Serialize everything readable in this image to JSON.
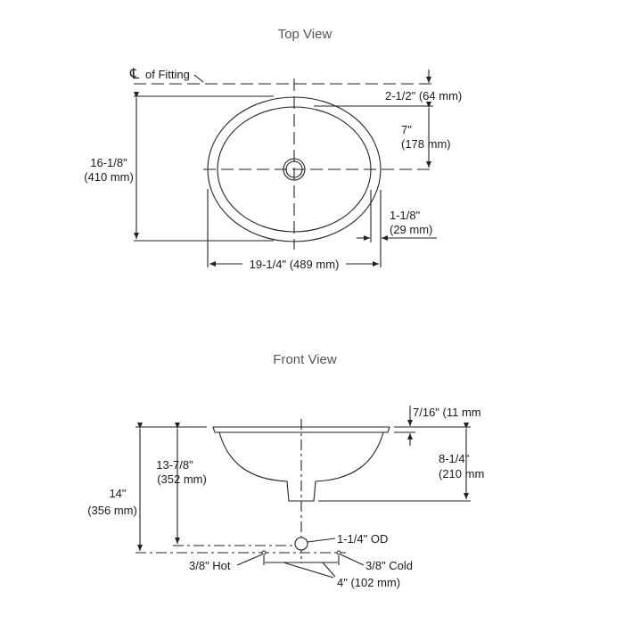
{
  "top_view": {
    "title": "Top View",
    "centerline_label": "of Fitting",
    "centerline_symbol": "℄",
    "height_in": "16-1/8\"",
    "height_mm": "(410 mm)",
    "offset_label": "2-1/2\" (64 mm)",
    "drain_in": "7\"",
    "drain_mm": "(178 mm)",
    "rim_in": "1-1/8\"",
    "rim_mm": "(29 mm)",
    "width_label": "19-1/4\" (489 mm)"
  },
  "front_view": {
    "title": "Front View",
    "rim_thickness_label": "7/16\" (11 mm",
    "depth_in": "8-1/4\"",
    "depth_mm": "(210 mm",
    "drain_height_in": "13-7/8\"",
    "drain_height_mm": "(352 mm)",
    "supply_height_in": "14\"",
    "supply_height_mm": "(356 mm)",
    "drain_od_label": "1-1/4\" OD",
    "hot_label": "3/8\" Hot",
    "cold_label": "3/8\" Cold",
    "spacing_label": "4\" (102 mm)"
  }
}
